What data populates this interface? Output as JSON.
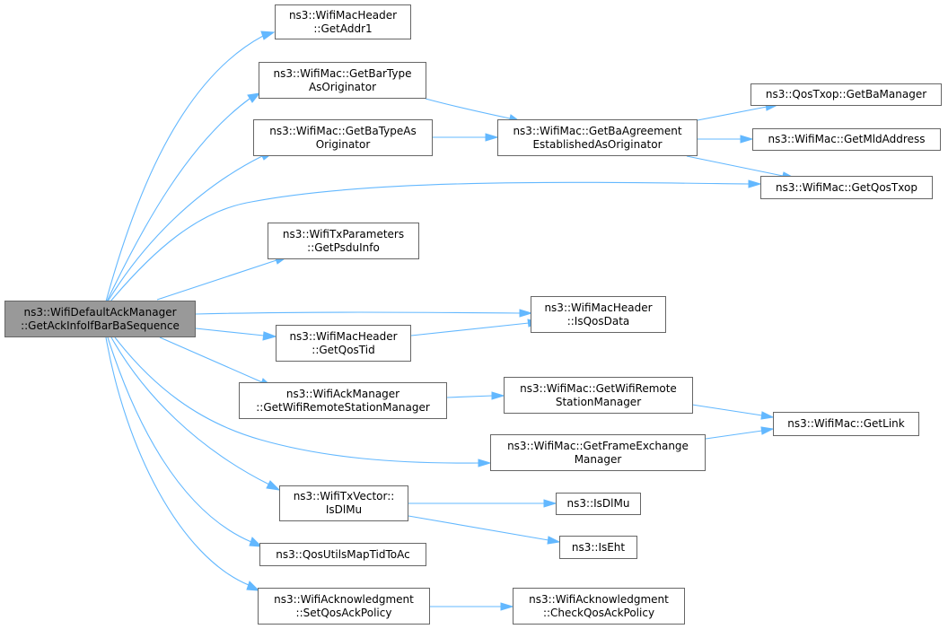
{
  "colors": {
    "edge": "#63b8ff",
    "node_border": "#666666",
    "root_fill": "#999999"
  },
  "nodes": {
    "root": {
      "l1": "ns3::WifiDefaultAckManager",
      "l2": "::GetAckInfoIfBarBaSequence"
    },
    "getAddr1": {
      "l1": "ns3::WifiMacHeader",
      "l2": "::GetAddr1"
    },
    "getBarType": {
      "l1": "ns3::WifiMac::GetBarType",
      "l2": "AsOriginator"
    },
    "getBaType": {
      "l1": "ns3::WifiMac::GetBaTypeAs",
      "l2": "Originator"
    },
    "getBaAgreement": {
      "l1": "ns3::WifiMac::GetBaAgreement",
      "l2": "EstablishedAsOriginator"
    },
    "getBaManager": {
      "l1": "ns3::QosTxop::GetBaManager"
    },
    "getMldAddress": {
      "l1": "ns3::WifiMac::GetMldAddress"
    },
    "getQosTxop": {
      "l1": "ns3::WifiMac::GetQosTxop"
    },
    "getPsduInfo": {
      "l1": "ns3::WifiTxParameters",
      "l2": "::GetPsduInfo"
    },
    "isQosData": {
      "l1": "ns3::WifiMacHeader",
      "l2": "::IsQosData"
    },
    "getQosTid": {
      "l1": "ns3::WifiMacHeader",
      "l2": "::GetQosTid"
    },
    "ackRemoteMgr": {
      "l1": "ns3::WifiAckManager",
      "l2": "::GetWifiRemoteStationManager"
    },
    "macRemoteMgr": {
      "l1": "ns3::WifiMac::GetWifiRemote",
      "l2": "StationManager"
    },
    "getLink": {
      "l1": "ns3::WifiMac::GetLink"
    },
    "getFem": {
      "l1": "ns3::WifiMac::GetFrameExchange",
      "l2": "Manager"
    },
    "isDlMuVector": {
      "l1": "ns3::WifiTxVector::",
      "l2": "IsDlMu"
    },
    "isDlMu": {
      "l1": "ns3::IsDlMu"
    },
    "isEht": {
      "l1": "ns3::IsEht"
    },
    "mapTidToAc": {
      "l1": "ns3::QosUtilsMapTidToAc"
    },
    "setQosAck": {
      "l1": "ns3::WifiAcknowledgment",
      "l2": "::SetQosAckPolicy"
    },
    "checkQosAck": {
      "l1": "ns3::WifiAcknowledgment",
      "l2": "::CheckQosAckPolicy"
    }
  }
}
